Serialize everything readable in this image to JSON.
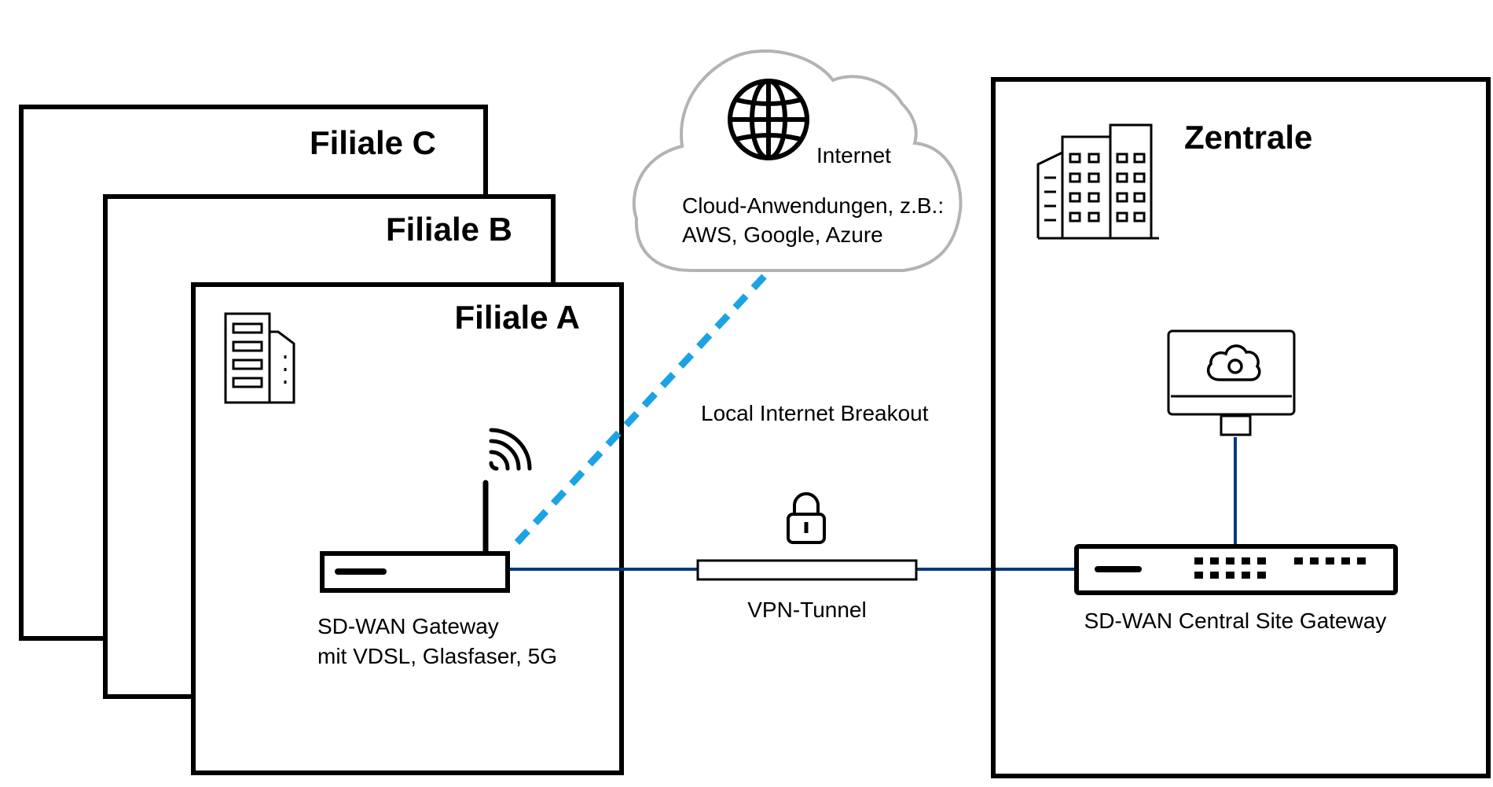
{
  "branches": {
    "c": {
      "title": "Filiale C"
    },
    "b": {
      "title": "Filiale B"
    },
    "a": {
      "title": "Filiale A",
      "gateway_line1": "SD-WAN Gateway",
      "gateway_line2": "mit VDSL, Glasfaser, 5G"
    }
  },
  "cloud": {
    "internet_label": "Internet",
    "line1": "Cloud-Anwendungen, z.B.:",
    "line2": "AWS, Google, Azure"
  },
  "breakout": {
    "label": "Local Internet Breakout"
  },
  "vpn": {
    "label": "VPN-Tunnel"
  },
  "central": {
    "title": "Zentrale",
    "gateway_label": "SD-WAN Central Site Gateway"
  },
  "colors": {
    "stroke": "#000000",
    "link_line": "#003a7a",
    "breakout_line": "#1ca3e3",
    "cloud_stroke": "#b3b3b3"
  }
}
